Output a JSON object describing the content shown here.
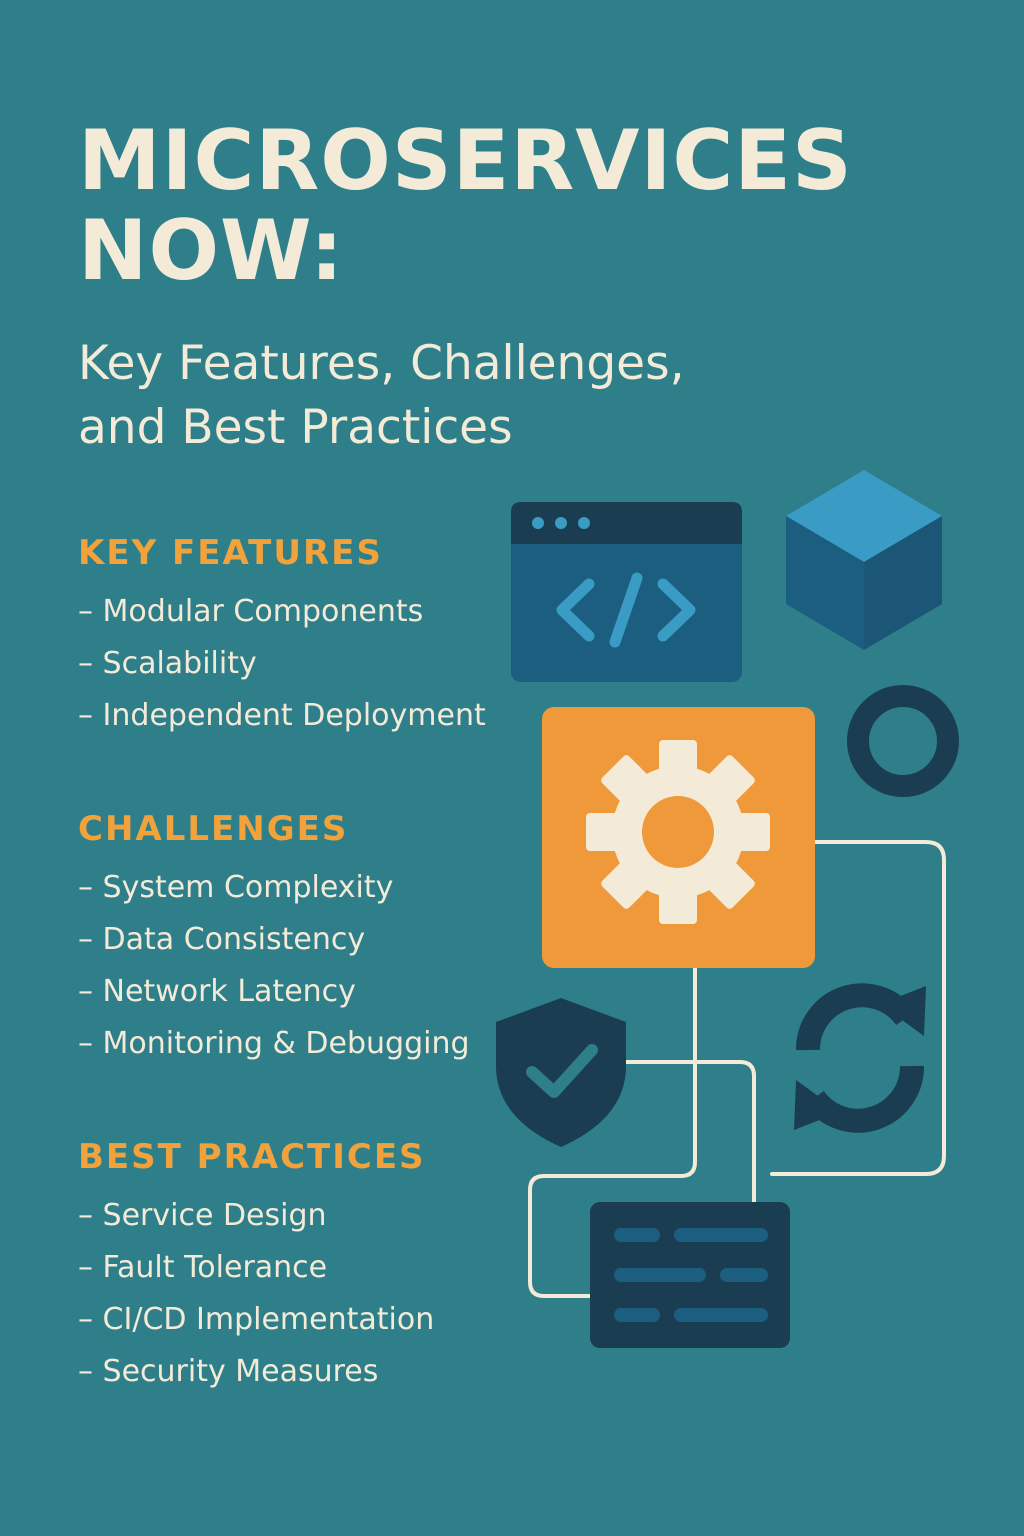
{
  "title": {
    "line1": "MICROSERVICES",
    "line2": "NOW:"
  },
  "subtitle": {
    "line1": "Key Features, Challenges,",
    "line2": "and Best Practices"
  },
  "sections": [
    {
      "heading": "KEY FEATURES",
      "items": [
        "– Modular Components",
        "– Scalability",
        "– Independent Deployment"
      ]
    },
    {
      "heading": "CHALLENGES",
      "items": [
        "– System Complexity",
        "– Data Consistency",
        "– Network Latency",
        "– Monitoring & Debugging"
      ]
    },
    {
      "heading": "BEST PRACTICES",
      "items": [
        "– Service Design",
        "– Fault Tolerance",
        "– CI/CD Implementation",
        "– Security Measures"
      ]
    }
  ],
  "icons": [
    "code-window-icon",
    "cube-icon",
    "gear-icon",
    "ring-icon",
    "shield-check-icon",
    "sync-icon",
    "server-panel-icon"
  ],
  "colors": {
    "background": "#2e7f8a",
    "title_text": "#f3ebd8",
    "heading_accent": "#f2a23b",
    "dark_navy": "#1b3d52",
    "mid_blue": "#1c5e7f",
    "light_blue": "#3a9bc4",
    "orange": "#f0993a"
  }
}
